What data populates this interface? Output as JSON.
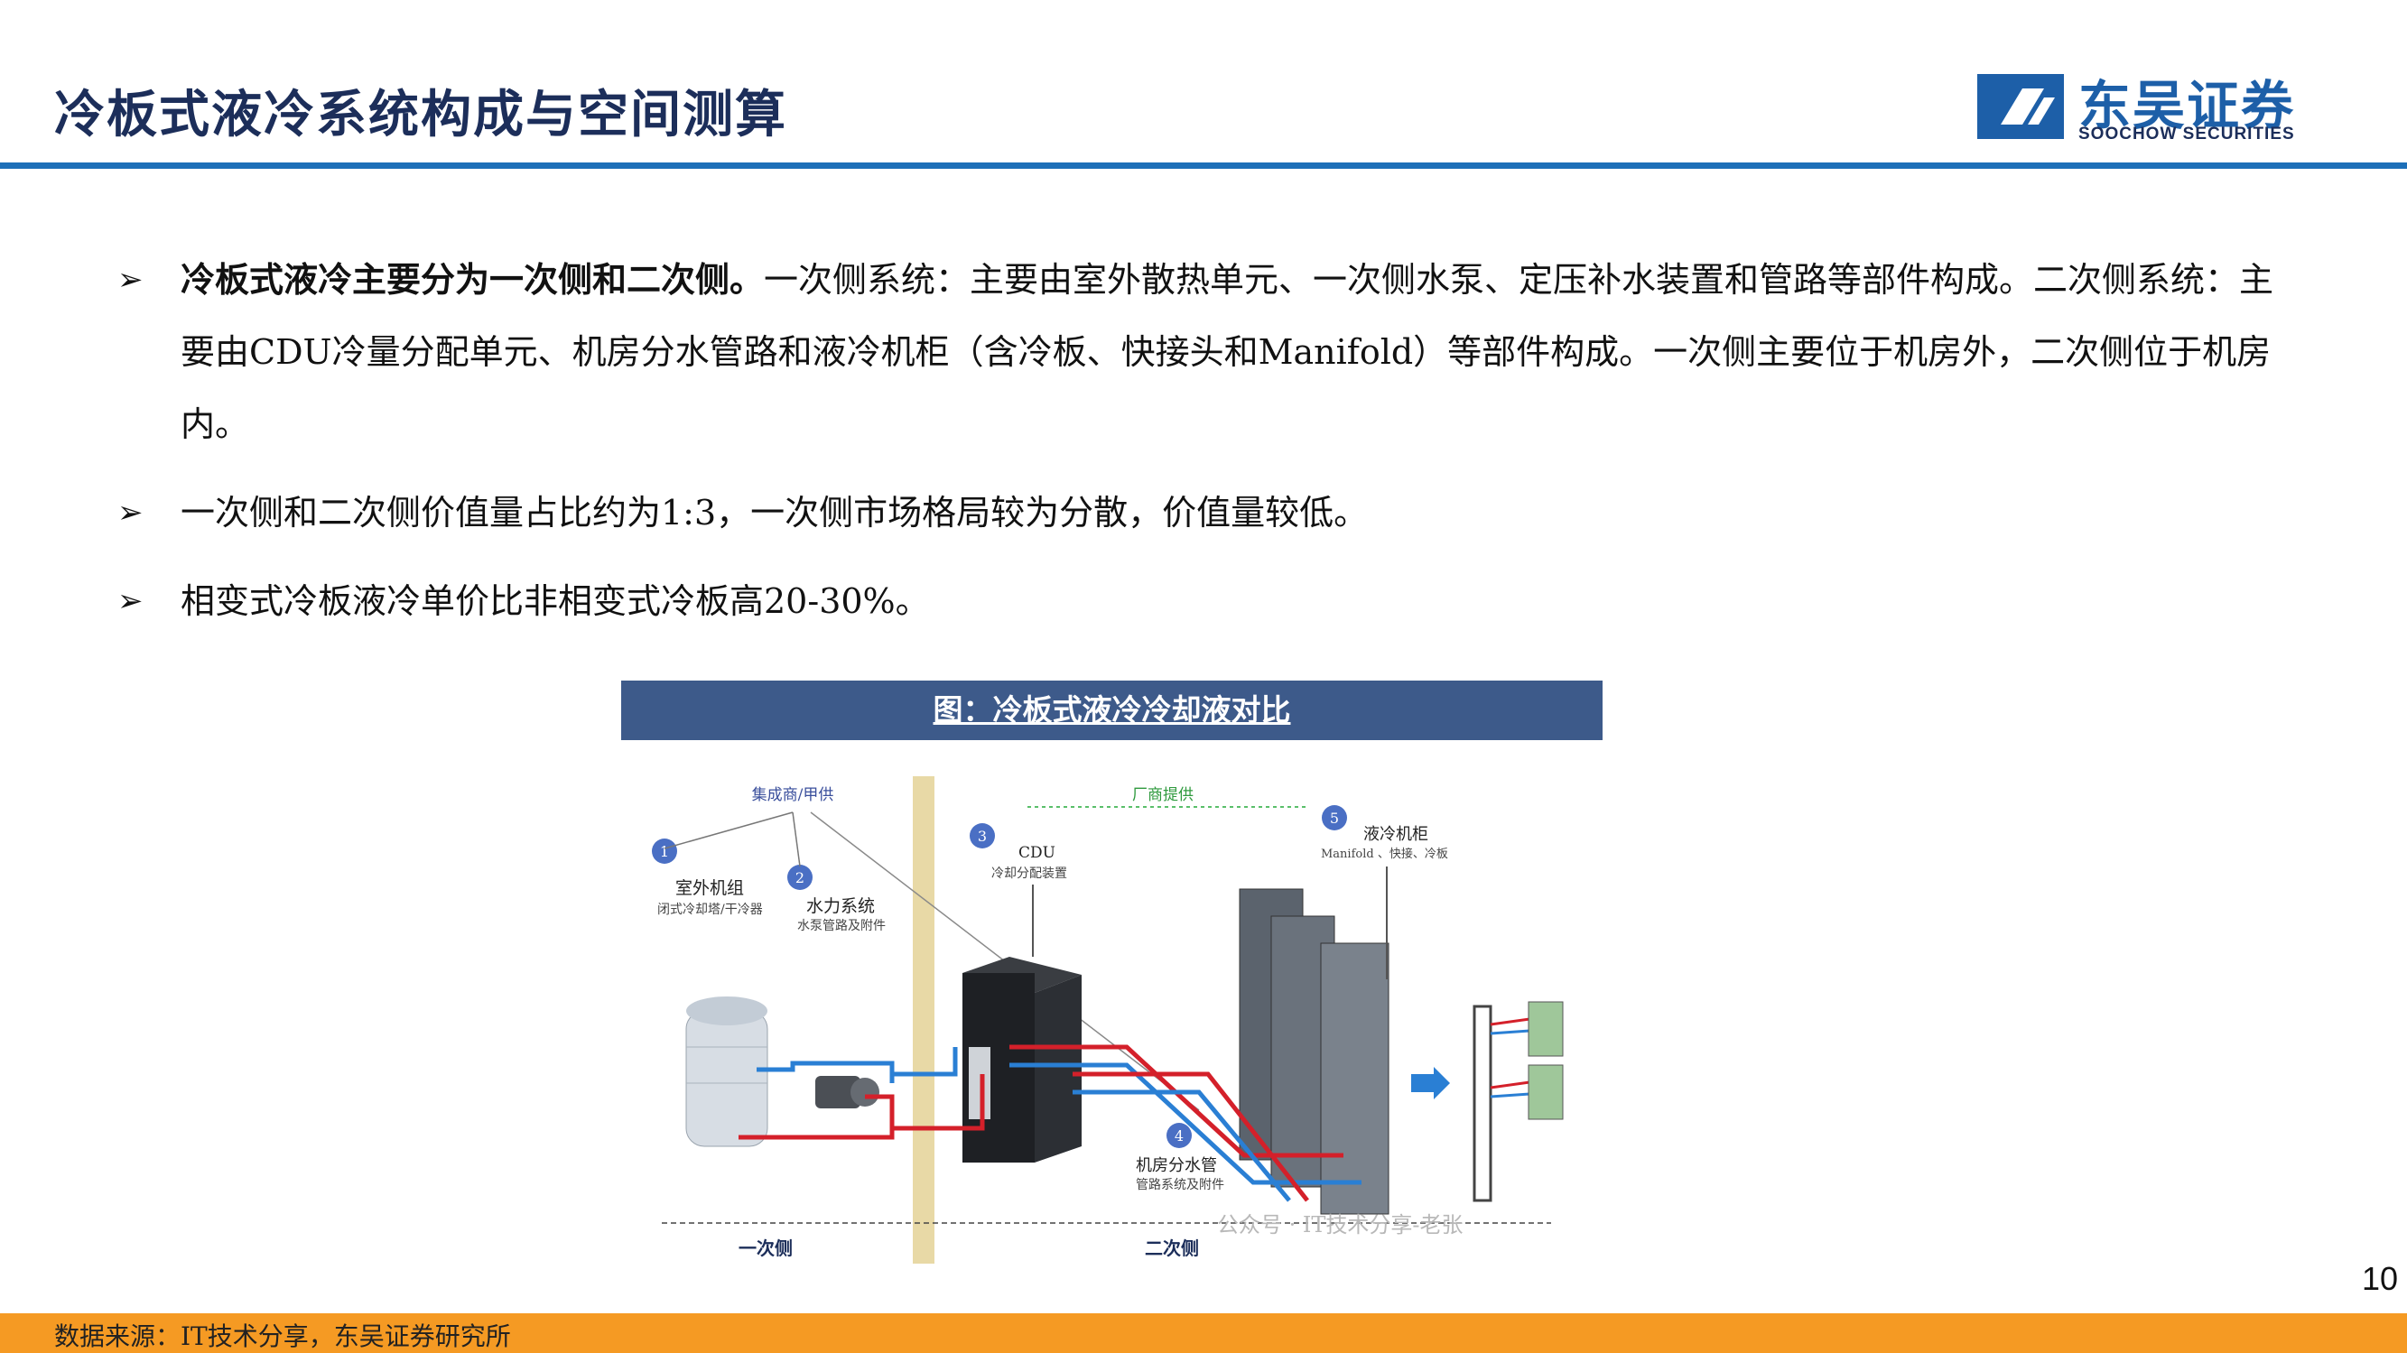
{
  "header": {
    "title": "冷板式液冷系统构成与空间测算",
    "logo_cn": "东吴证券",
    "logo_en": "SOOCHOW SECURITIES"
  },
  "bullets": [
    {
      "bold": "冷板式液冷主要分为一次侧和二次侧。",
      "text": "一次侧系统：主要由室外散热单元、一次侧水泵、定压补水装置和管路等部件构成。二次侧系统：主要由CDU冷量分配单元、机房分水管路和液冷机柜（含冷板、快接头和Manifold）等部件构成。一次侧主要位于机房外，二次侧位于机房内。"
    },
    {
      "bold": "",
      "text": "一次侧和二次侧价值量占比约为1:3，一次侧市场格局较为分散，价值量较低。"
    },
    {
      "bold": "",
      "text": "相变式冷板液冷单价比非相变式冷板高20-30%。"
    }
  ],
  "figure": {
    "title": "图：冷板式液冷冷却液对比",
    "label_integrator": "集成商/甲供",
    "label_vendor": "厂商提供",
    "nodes": [
      {
        "num": "1",
        "name": "室外机组",
        "sub": "闭式冷却塔/干冷器"
      },
      {
        "num": "2",
        "name": "水力系统",
        "sub": "水泵管路及附件"
      },
      {
        "num": "3",
        "name": "CDU",
        "sub": "冷却分配装置"
      },
      {
        "num": "4",
        "name": "机房分水管",
        "sub": "管路系统及附件"
      },
      {
        "num": "5",
        "name": "液冷机柜",
        "sub": "Manifold 、快接、冷板"
      }
    ],
    "side_primary": "一次侧",
    "side_secondary": "二次侧",
    "watermark": "公众号 · IT技术分享-老张"
  },
  "page_number": "10",
  "footer_source": "数据来源：IT技术分享，东吴证券研究所",
  "colors": {
    "title": "#1c2e5a",
    "rule": "#1d6fb8",
    "figure_header": "#3d5a8a",
    "footer": "#f59a23",
    "pipe_hot": "#d4202a",
    "pipe_cold": "#2a7fd4"
  }
}
